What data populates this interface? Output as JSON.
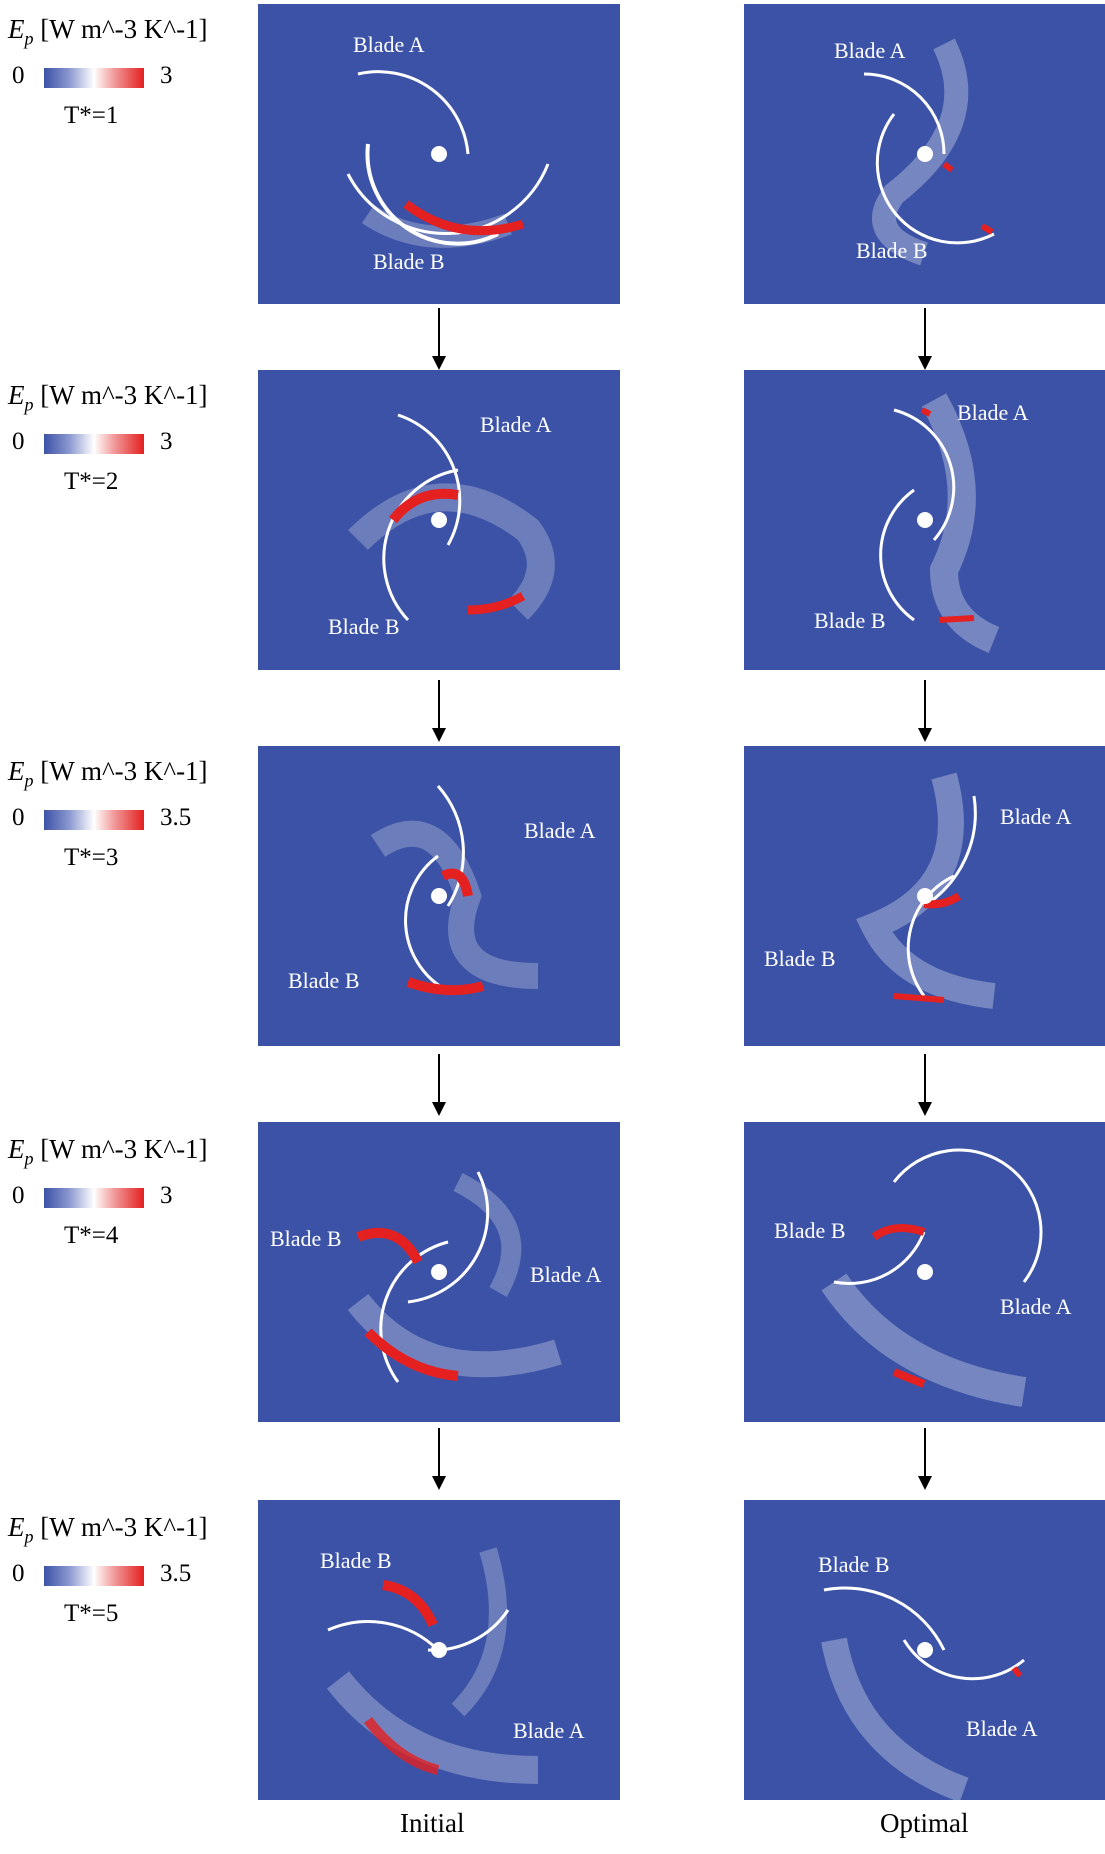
{
  "legend_quantity": "E",
  "legend_subscript": "p",
  "legend_unit": "[W m^-3 K^-1]",
  "rows": [
    {
      "time": "T*=1",
      "min": "0",
      "max": "3"
    },
    {
      "time": "T*=2",
      "min": "0",
      "max": "3"
    },
    {
      "time": "T*=3",
      "min": "0",
      "max": "3.5"
    },
    {
      "time": "T*=4",
      "min": "0",
      "max": "3"
    },
    {
      "time": "T*=5",
      "min": "0",
      "max": "3.5"
    }
  ],
  "blade_a": "Blade A",
  "blade_b": "Blade B",
  "columns": {
    "initial": "Initial",
    "optimal": "Optimal"
  },
  "colors": {
    "field": "#3b52a6",
    "low": "#3b52a6",
    "mid": "#ffffff",
    "high": "#e52020"
  }
}
